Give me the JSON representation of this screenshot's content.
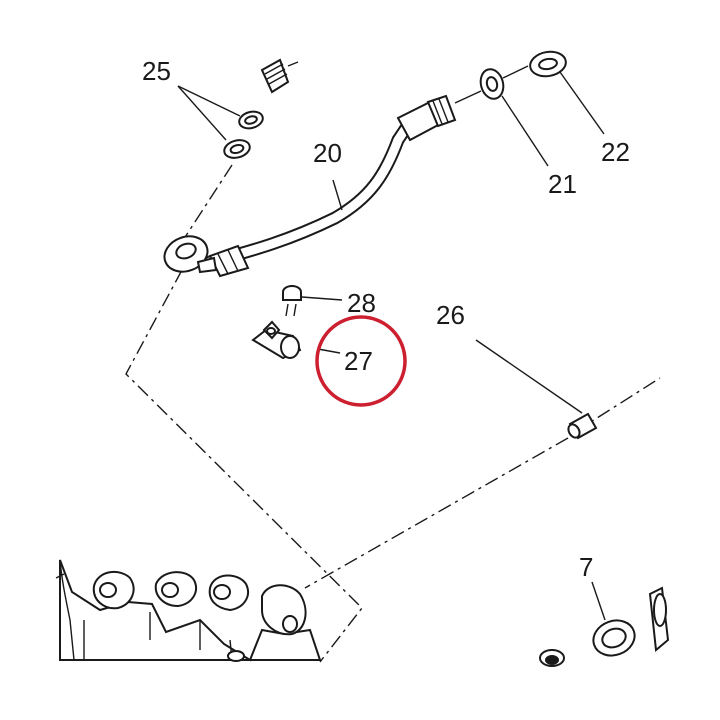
{
  "labels": {
    "p7": "7",
    "p20": "20",
    "p21": "21",
    "p22": "22",
    "p25": "25",
    "p26": "26",
    "p27": "27",
    "p28": "28"
  },
  "highlight": {
    "part": "27",
    "color": "#cc1f2f"
  }
}
